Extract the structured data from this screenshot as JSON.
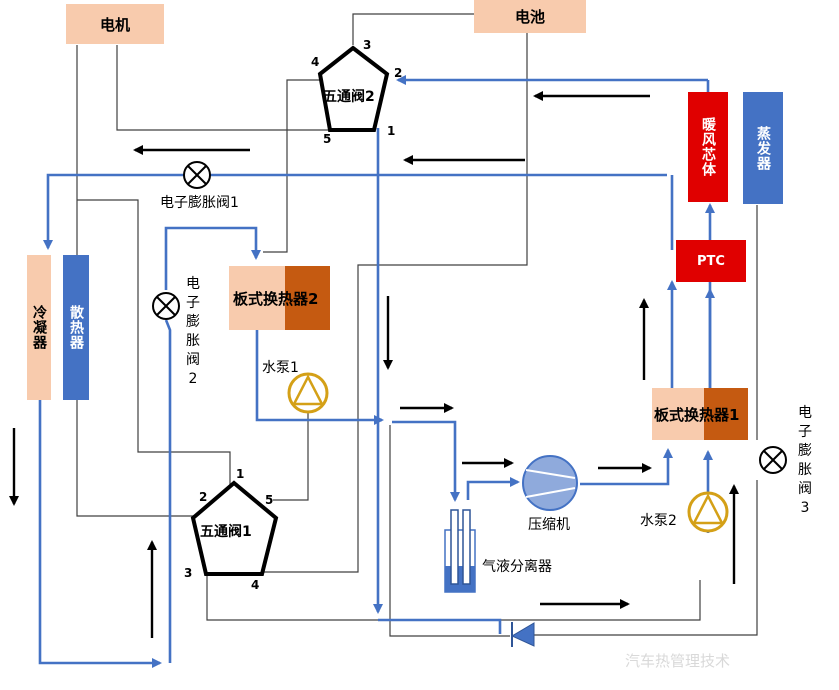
{
  "components": {
    "motor": "电机",
    "battery": "电池",
    "condenser": "冷凝器",
    "radiator": "散热器",
    "heater_core": "暖风芯体",
    "evaporator": "蒸发器",
    "ptc": "PTC",
    "phe1": "板式换热器1",
    "phe2": "板式换热器2",
    "compressor": "压缩机",
    "separator": "气液分离器",
    "pump1": "水泵1",
    "pump2": "水泵2",
    "valve1": "五通阀1",
    "valve2": "五通阀2",
    "exv1": "电子膨胀阀1",
    "exv2": "电子膨胀阀2",
    "exv3": "电子膨胀阀3"
  },
  "valve1_ports": [
    "1",
    "2",
    "3",
    "4",
    "5"
  ],
  "valve2_ports": [
    "1",
    "2",
    "3",
    "4",
    "5"
  ],
  "watermark": "汽车热管理技术",
  "colors": {
    "refrigerant_line": "#4472C4",
    "coolant_line": "#404040",
    "peach": "#F8CBAD",
    "brown": "#C55A11",
    "red": "#E00000",
    "blue_block": "#4472C4",
    "pump_gold": "#D4A017"
  }
}
